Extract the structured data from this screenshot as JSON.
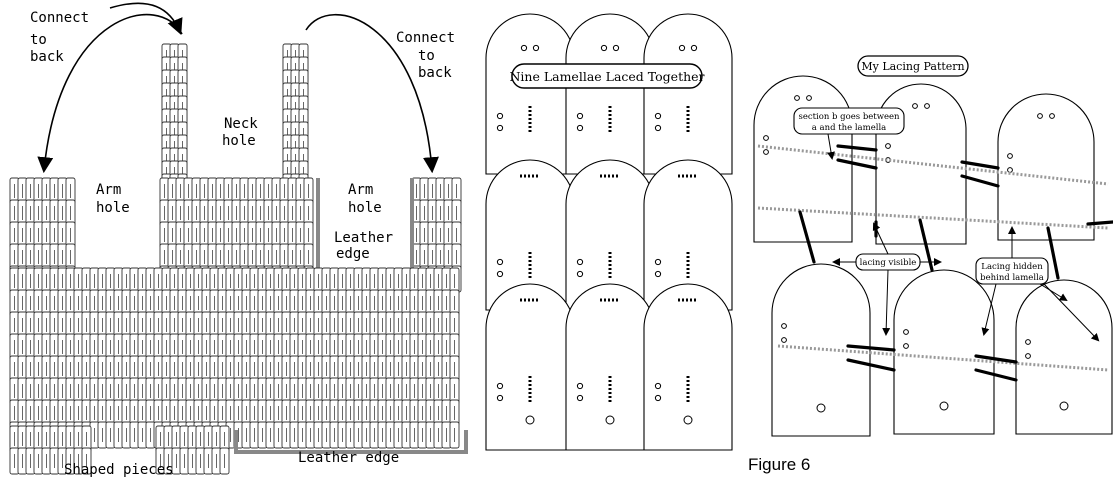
{
  "panel_armor": {
    "labels": {
      "connect_left": [
        "Connect",
        "to",
        "back"
      ],
      "connect_right": [
        "Connect",
        "to",
        "back"
      ],
      "neck_hole": [
        "Neck",
        "hole"
      ],
      "arm_hole_left": [
        "Arm",
        "hole"
      ],
      "arm_hole_right": [
        "Arm",
        "hole"
      ],
      "leather_edge_inner": [
        "Leather",
        "edge"
      ],
      "shaped_pieces": "Shaped pieces",
      "leather_edge_bottom": "Leather edge"
    }
  },
  "panel_nine": {
    "title": "Nine Lamellae Laced Together"
  },
  "panel_lacing": {
    "title": "My Lacing Pattern",
    "callouts": {
      "section_b": [
        "section b goes between",
        "a and the lamella"
      ],
      "lacing_visible": "lacing visible",
      "lacing_hidden": [
        "Lacing hidden",
        "behind lamella"
      ]
    },
    "figure_caption": "Figure 6"
  }
}
